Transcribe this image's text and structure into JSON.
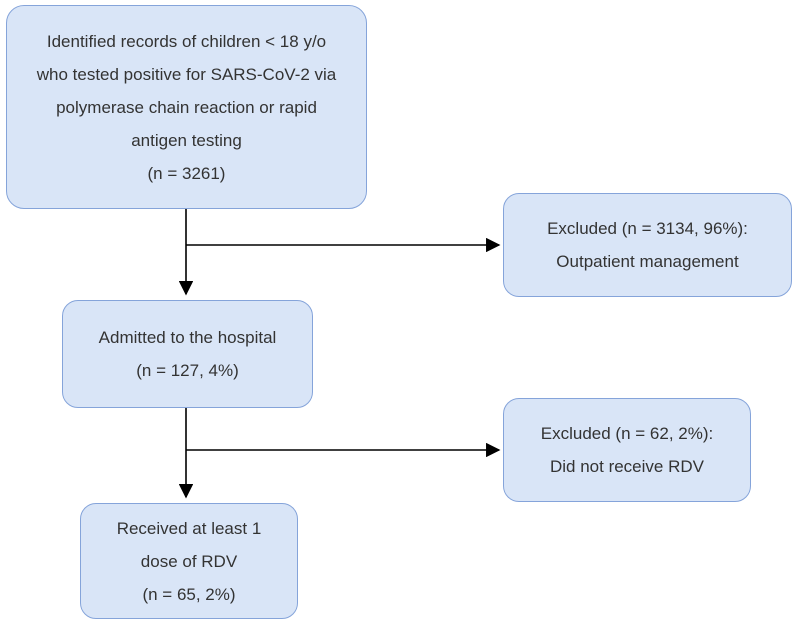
{
  "diagram": {
    "type": "flowchart",
    "colors": {
      "background": "#ffffff",
      "box_fill": "#d9e5f7",
      "box_border": "#85a4da",
      "text": "#333333",
      "arrow": "#000000"
    },
    "boxes": {
      "identified": {
        "lines": [
          "Identified records of children < 18 y/o",
          "who tested positive for SARS-CoV-2 via",
          "polymerase chain reaction or rapid",
          "antigen testing",
          "(n = 3261)"
        ]
      },
      "excluded_outpatient": {
        "lines": [
          "Excluded (n = 3134, 96%):",
          "Outpatient management"
        ]
      },
      "admitted": {
        "lines": [
          "Admitted to the hospital",
          "(n = 127, 4%)"
        ]
      },
      "excluded_no_rdv": {
        "lines": [
          "Excluded (n = 62, 2%):",
          "Did not receive RDV"
        ]
      },
      "received_rdv": {
        "lines": [
          "Received at least 1",
          "dose of RDV",
          "(n = 65, 2%)"
        ]
      }
    }
  }
}
